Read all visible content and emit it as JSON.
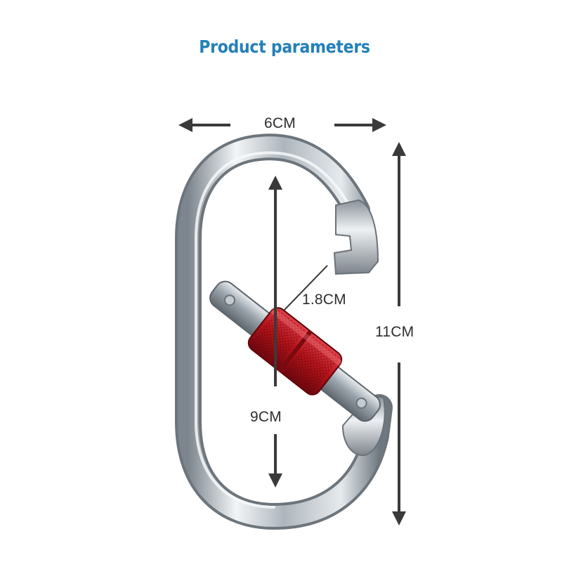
{
  "title": "Product parameters",
  "dimensions": {
    "width": "6CM",
    "height": "11CM",
    "gate_diameter": "1.8CM",
    "inner_length": "9CM"
  },
  "colors": {
    "title": "#2380b8",
    "arrow": "#3a3a3a",
    "metal": "#b9c0c6",
    "lock_sleeve": "#b8141c"
  }
}
